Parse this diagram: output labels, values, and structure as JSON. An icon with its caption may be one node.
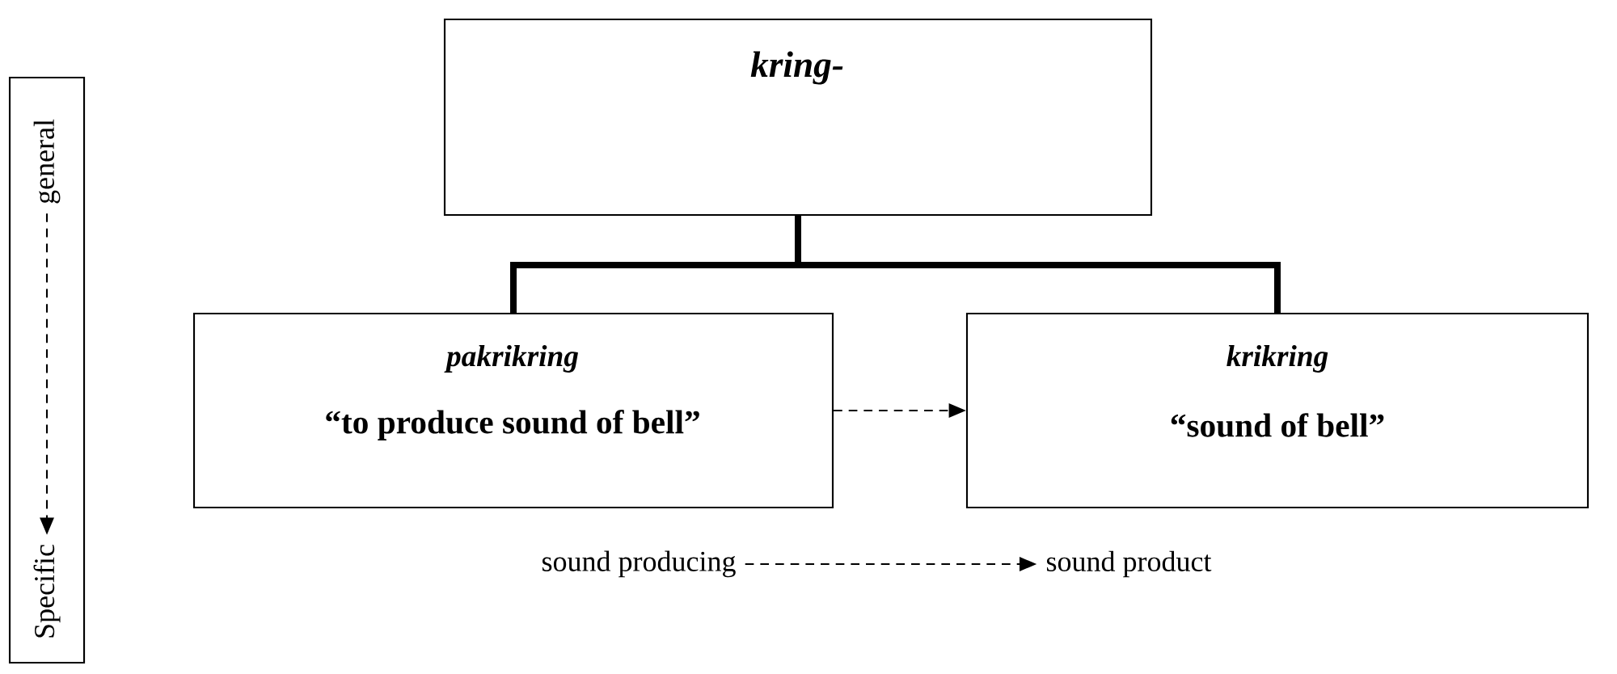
{
  "diagram": {
    "nodes": [
      {
        "text": [],
        "shape": "box"
      },
      {
        "text": [
          "general"
        ],
        "in": 0
      },
      {
        "text": [
          "Specific"
        ],
        "in": 0
      },
      {
        "text": [
          "kring-"
        ]
      },
      {
        "text": [
          "pakrikring",
          "“to produce sound of bell”"
        ]
      },
      {
        "text": [
          "krikring",
          "“sound of bell”"
        ]
      },
      {
        "text": [
          "sound producing"
        ]
      },
      {
        "text": [
          "sound product"
        ]
      }
    ],
    "edges": [
      {
        "from": 1,
        "to": 2,
        "arrow": "to",
        "style": "dashed"
      },
      {
        "from": 3,
        "to": 4,
        "arrow": "none",
        "style": "thick"
      },
      {
        "from": 3,
        "to": 5,
        "arrow": "none",
        "style": "thick"
      },
      {
        "from": 4,
        "to": 5,
        "arrow": "to",
        "style": "dashed"
      },
      {
        "from": 6,
        "to": 7,
        "arrow": "to",
        "style": "dashed"
      }
    ]
  }
}
